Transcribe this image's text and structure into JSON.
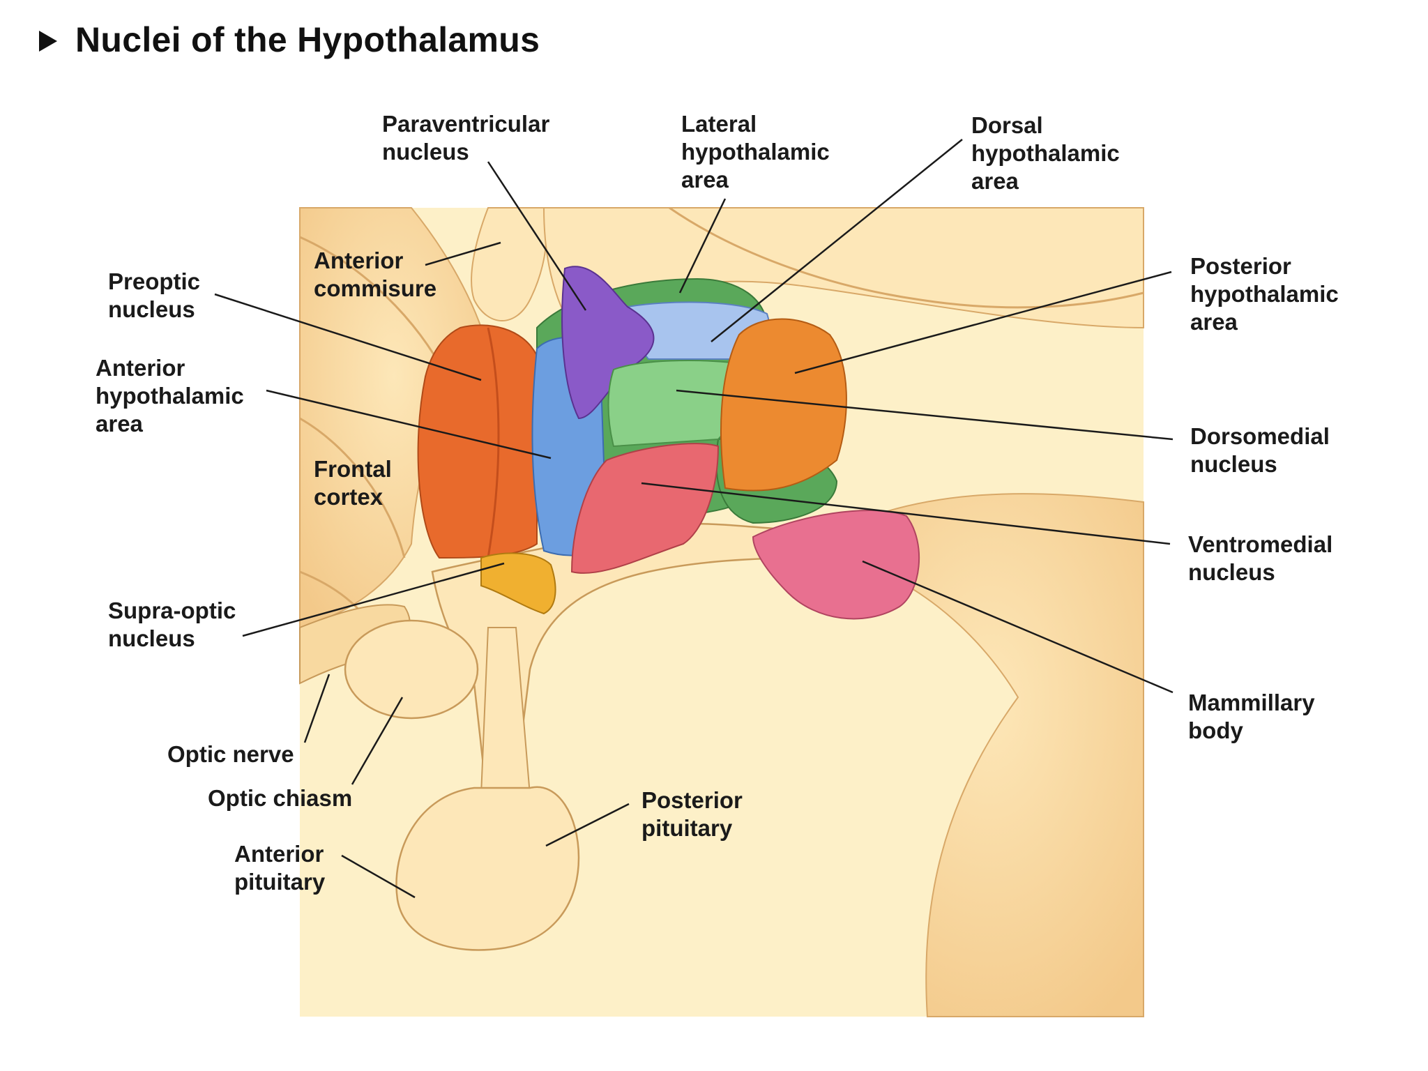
{
  "title": "Nuclei of the Hypothalamus",
  "labels": {
    "paraventricular_nucleus": "Paraventricular\nnucleus",
    "lateral_hypothalamic_area": "Lateral\nhypothalamic\narea",
    "dorsal_hypothalamic_area": "Dorsal\nhypothalamic\narea",
    "posterior_hypothalamic_area": "Posterior\nhypothalamic\narea",
    "anterior_commisure": "Anterior\ncommisure",
    "preoptic_nucleus": "Preoptic\nnucleus",
    "anterior_hypothalamic_area": "Anterior\nhypothalamic\narea",
    "frontal_cortex": "Frontal\ncortex",
    "dorsomedial_nucleus": "Dorsomedial\nnucleus",
    "ventromedial_nucleus": "Ventromedial\nnucleus",
    "supra_optic_nucleus": "Supra-optic\nnucleus",
    "mammillary_body": "Mammillary\nbody",
    "optic_nerve": "Optic nerve",
    "optic_chiasm": "Optic chiasm",
    "posterior_pituitary": "Posterior\npituitary",
    "anterior_pituitary": "Anterior\npituitary"
  },
  "colors": {
    "tissue": "#f8d9a0",
    "tissue_outline": "#c89a5a",
    "background_panel": "#fdf0c8",
    "preoptic": "#e86a2c",
    "anterior_area": "#6c9ee0",
    "paraventricular": "#8a5ac8",
    "lateral_area": "#5aa85a",
    "dorsal_area": "#a8c4ee",
    "dorsomedial": "#8ad088",
    "posterior_area": "#ec8a30",
    "ventromedial": "#e86870",
    "supraoptic": "#f0b030",
    "mammillary": "#e87090",
    "leader_line": "#1a1a1a"
  }
}
